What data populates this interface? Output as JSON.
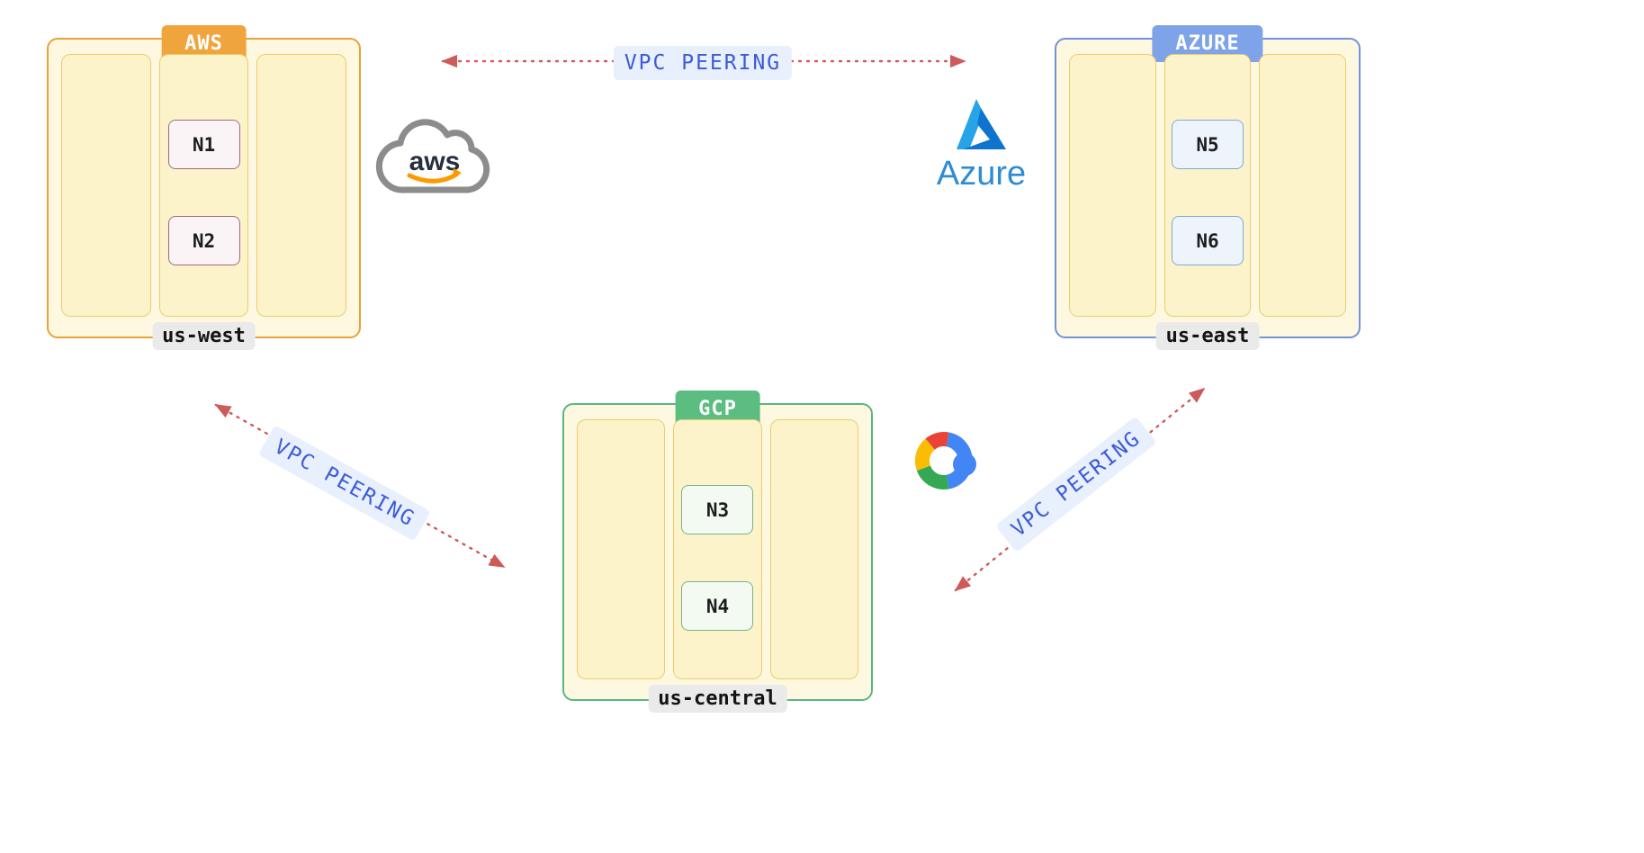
{
  "clusters": {
    "aws": {
      "title": "AWS",
      "region": "us-west",
      "nodes": [
        "N1",
        "N2"
      ],
      "accent": "#E8A23C"
    },
    "azure": {
      "title": "AZURE",
      "region": "us-east",
      "nodes": [
        "N5",
        "N6"
      ],
      "accent": "#7191DB"
    },
    "gcp": {
      "title": "GCP",
      "region": "us-central",
      "nodes": [
        "N3",
        "N4"
      ],
      "accent": "#55B97E"
    }
  },
  "edges": {
    "aws_azure": {
      "label": "VPC PEERING"
    },
    "aws_gcp": {
      "label": "VPC PEERING"
    },
    "gcp_azure": {
      "label": "VPC PEERING"
    }
  },
  "logos": {
    "aws": {
      "text": "aws"
    },
    "azure": {
      "text": "Azure"
    }
  },
  "colors": {
    "edge": "#CE5A5A",
    "edge_label_text": "#3C5BD8",
    "edge_label_bg": "#E8F0FD",
    "cluster_fill": "#FFF8E1",
    "subnet_border": "#E8CE6A",
    "region_label_bg": "#EAEAEA",
    "gcp_logo": [
      "#EA4335",
      "#4285F4",
      "#34A853",
      "#FBBC05"
    ]
  }
}
